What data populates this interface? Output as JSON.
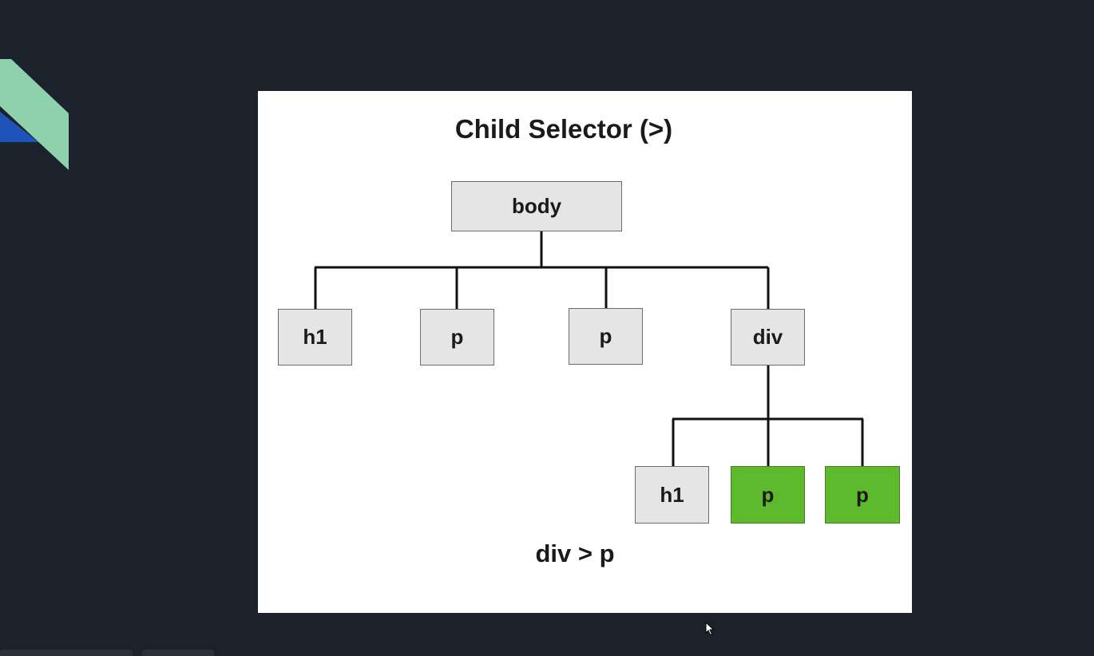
{
  "slide": {
    "title": "Child Selector (>)",
    "selector_label": "div > p"
  },
  "tree": {
    "root": "body",
    "level1": [
      "h1",
      "p",
      "p",
      "div"
    ],
    "level2": [
      "h1",
      "p",
      "p"
    ],
    "selected_color": "#5cba2c",
    "default_color": "#e5e5e5"
  },
  "colors": {
    "background": "#1c222b",
    "accent_teal": "#8fd1ac",
    "accent_blue": "#1e54b8"
  },
  "icons": {
    "cursor": "mouse-pointer-icon"
  }
}
